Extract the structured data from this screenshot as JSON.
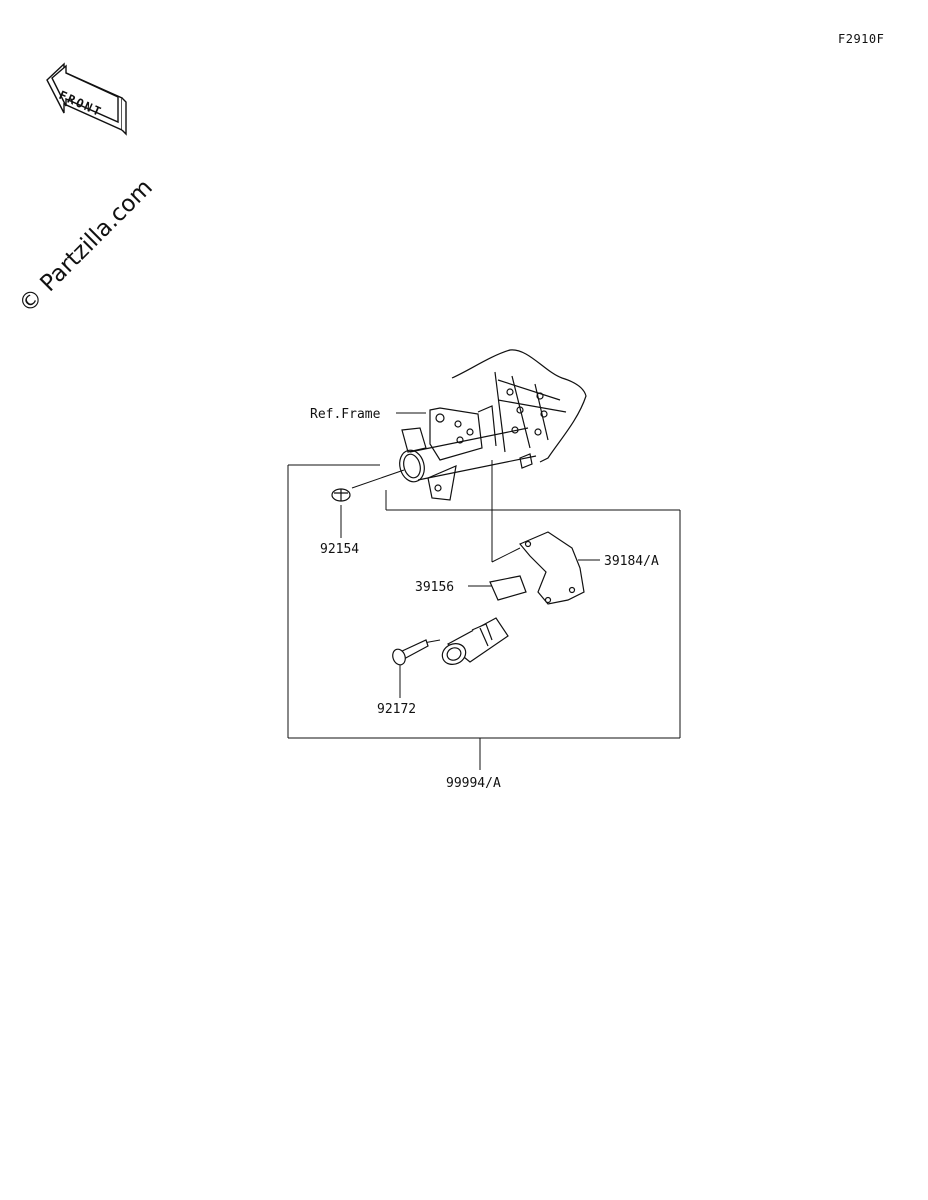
{
  "figure_code": "F2910F",
  "front_badge": "FRONT",
  "watermark": "© Partzilla.com",
  "callouts": {
    "ref_frame": "Ref.Frame",
    "p92154": "92154",
    "p39184a": "39184/A",
    "p39156": "39156",
    "p92172": "92172",
    "p99994a": "99994/A"
  },
  "colors": {
    "line": "#111111",
    "background": "#ffffff"
  }
}
